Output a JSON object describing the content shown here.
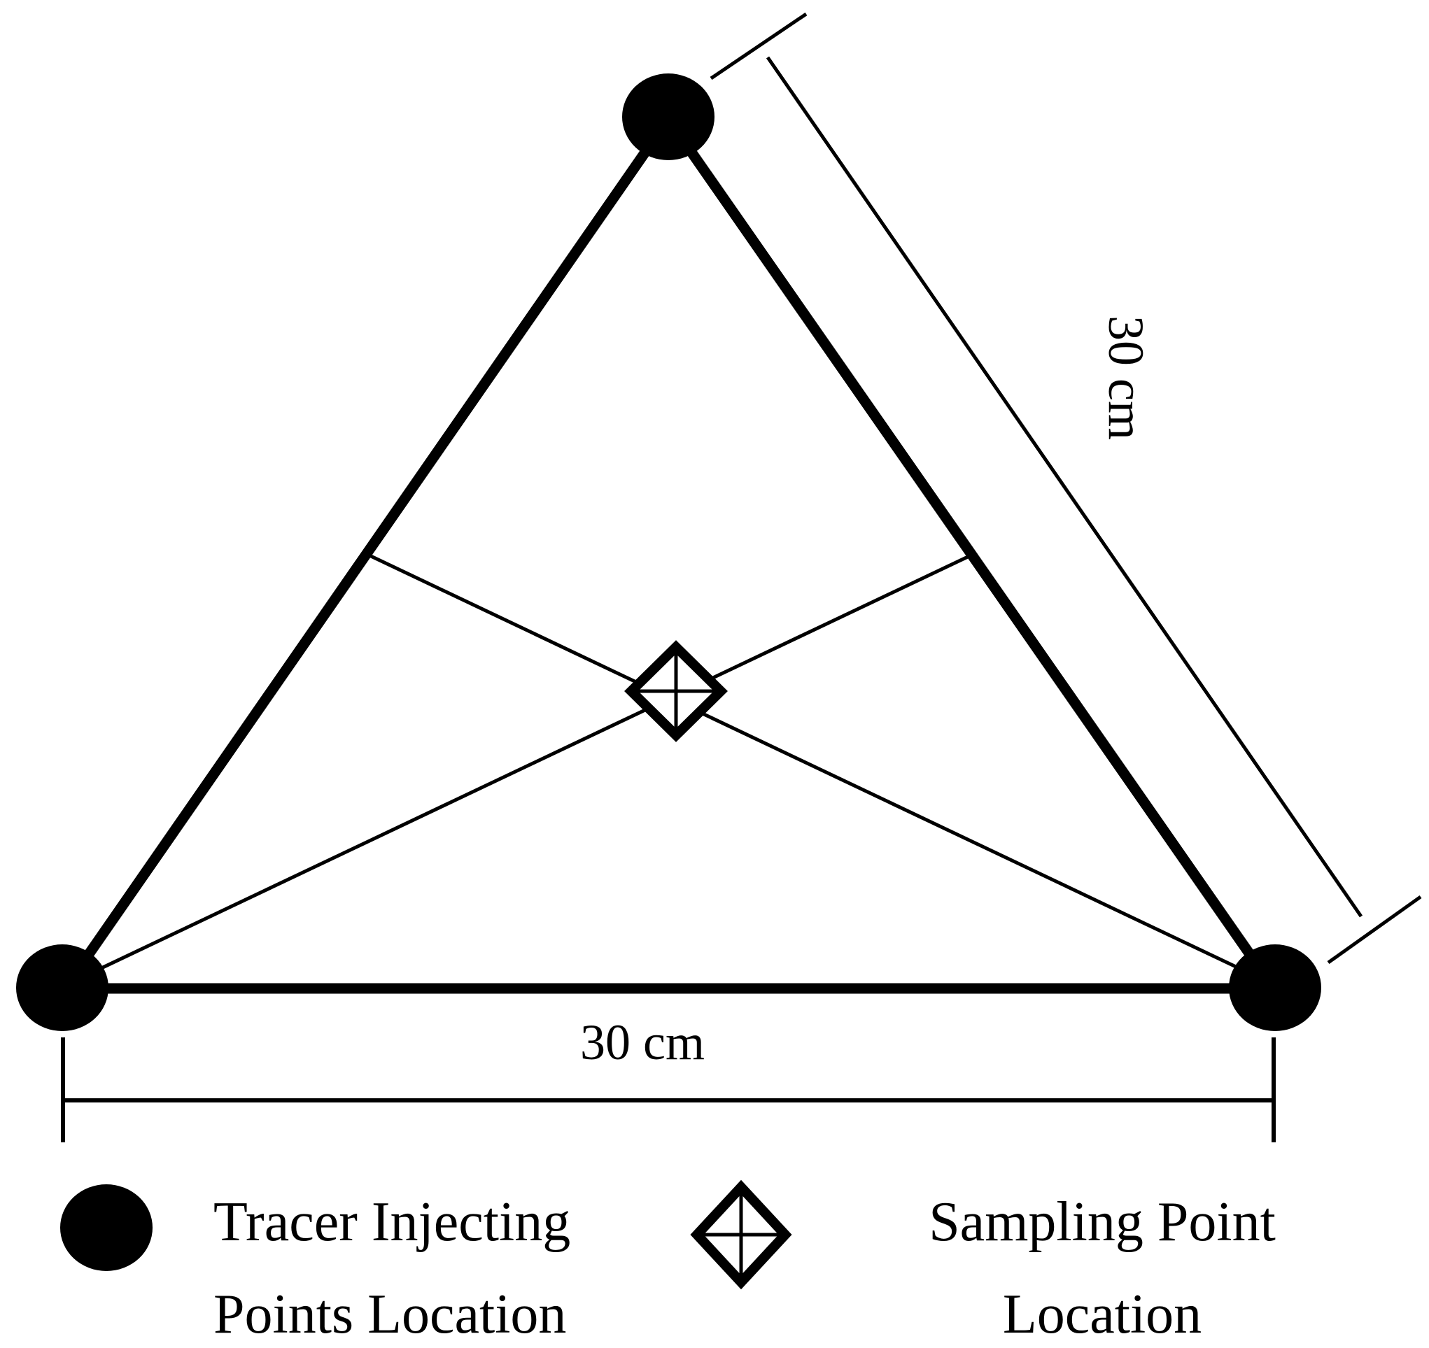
{
  "dimensions": {
    "base_label": "30 cm",
    "side_label": "30 cm"
  },
  "legend": {
    "tracer": {
      "icon": "filled-circle-icon",
      "line1": "Tracer Injecting",
      "line2": "Points Location"
    },
    "sampling": {
      "icon": "diamond-cross-icon",
      "line1": "Sampling Point",
      "line2": "Location"
    }
  },
  "colors": {
    "ink": "#000000",
    "background": "#ffffff"
  }
}
